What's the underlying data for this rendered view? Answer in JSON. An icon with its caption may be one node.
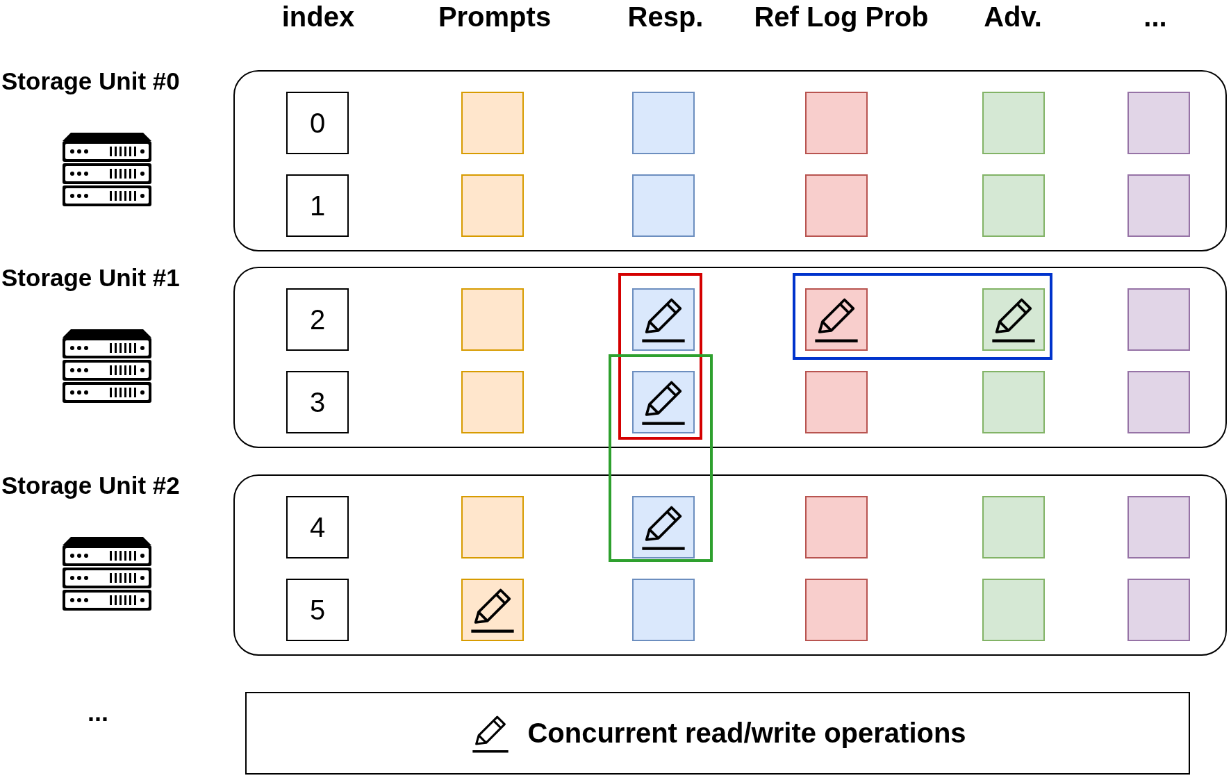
{
  "diagram": {
    "nodes": [
      {
        "text": [],
        "shape": "box"
      },
      {
        "text": [
          "0"
        ],
        "in": 0
      },
      {
        "text": [],
        "shape": "box",
        "in": 0
      },
      {
        "text": [],
        "shape": "box",
        "in": 0
      },
      {
        "text": [],
        "shape": "box",
        "in": 0
      },
      {
        "text": [],
        "shape": "box",
        "in": 0
      },
      {
        "text": [],
        "shape": "box",
        "in": 0
      },
      {
        "text": [
          "1"
        ],
        "in": 0
      },
      {
        "text": [],
        "shape": "box",
        "in": 0
      },
      {
        "text": [],
        "shape": "box",
        "in": 0
      },
      {
        "text": [],
        "shape": "box",
        "in": 0
      },
      {
        "text": [],
        "shape": "box",
        "in": 0
      },
      {
        "text": [],
        "shape": "box",
        "in": 0
      },
      {
        "text": [],
        "shape": "box"
      },
      {
        "text": [
          "2"
        ],
        "in": 13
      },
      {
        "text": [],
        "shape": "box",
        "in": 13
      },
      {
        "text": [],
        "shape": "box",
        "in": 13
      },
      {
        "text": [],
        "shape": "box",
        "in": 13
      },
      {
        "text": [],
        "shape": "box",
        "in": 13
      },
      {
        "text": [],
        "shape": "box",
        "in": 13
      },
      {
        "text": [
          "3"
        ],
        "in": 13
      },
      {
        "text": [],
        "shape": "box",
        "in": 13
      },
      {
        "text": [],
        "shape": "box",
        "in": 13
      },
      {
        "text": [],
        "shape": "box",
        "in": 13
      },
      {
        "text": [],
        "shape": "box",
        "in": 13
      },
      {
        "text": [],
        "shape": "box",
        "in": 13
      },
      {
        "text": [],
        "shape": "box"
      },
      {
        "text": [
          "4"
        ],
        "in": 26
      },
      {
        "text": [],
        "shape": "box",
        "in": 26
      },
      {
        "text": [],
        "shape": "box",
        "in": 26
      },
      {
        "text": [],
        "shape": "box",
        "in": 26
      },
      {
        "text": [],
        "shape": "box",
        "in": 26
      },
      {
        "text": [],
        "shape": "box",
        "in": 26
      },
      {
        "text": [
          "5"
        ],
        "in": 26
      },
      {
        "text": [],
        "shape": "box",
        "in": 26
      },
      {
        "text": [],
        "shape": "box",
        "in": 26
      },
      {
        "text": [],
        "shape": "box",
        "in": 26
      },
      {
        "text": [],
        "shape": "box",
        "in": 26
      },
      {
        "text": [],
        "shape": "box",
        "in": 26
      }
    ],
    "edges": [],
    "labels": [
      "index",
      "Prompts",
      "Resp.",
      "Ref Log Prob",
      "Adv.",
      "...",
      "Storage Unit #0",
      "Storage Unit #1",
      "Storage Unit #2",
      "..."
    ],
    "legend": [
      {
        "text": "Concurrent read/write operations"
      }
    ]
  }
}
